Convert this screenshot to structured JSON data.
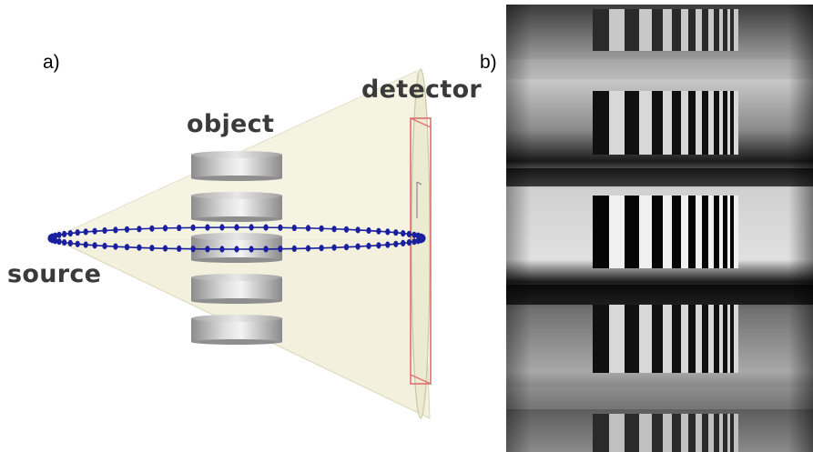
{
  "panel_a": {
    "label": "a)",
    "source_label": "source",
    "object_label": "object",
    "detector_label": "detector",
    "colors": {
      "cone_fill": "#f2f0dc",
      "orbit_dots": "#1a1f9e",
      "detector_outline": "#e06060",
      "object_disc": "#b8b8b8"
    },
    "object_disc_count": 5,
    "orbit_source_positions": 80
  },
  "panel_b": {
    "label": "b)",
    "description_icon": "grayscale-projection-image"
  }
}
